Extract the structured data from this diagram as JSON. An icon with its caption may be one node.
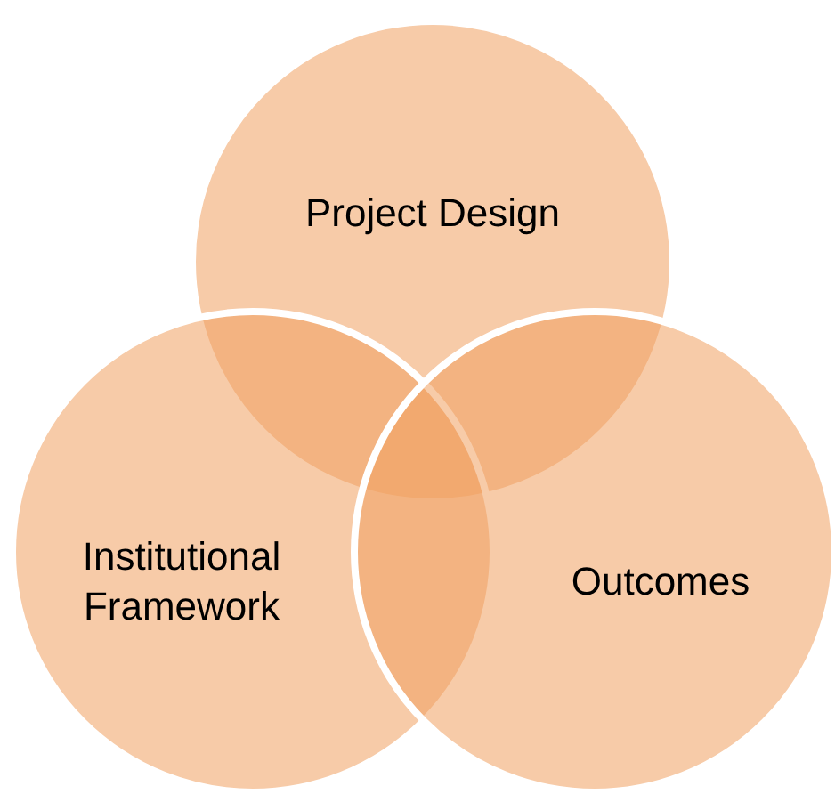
{
  "diagram": {
    "nodes": [
      {
        "text": [
          "Project Design"
        ]
      },
      {
        "text": [
          "Institutional Framework"
        ]
      },
      {
        "text": [
          "Outcomes"
        ]
      }
    ]
  }
}
